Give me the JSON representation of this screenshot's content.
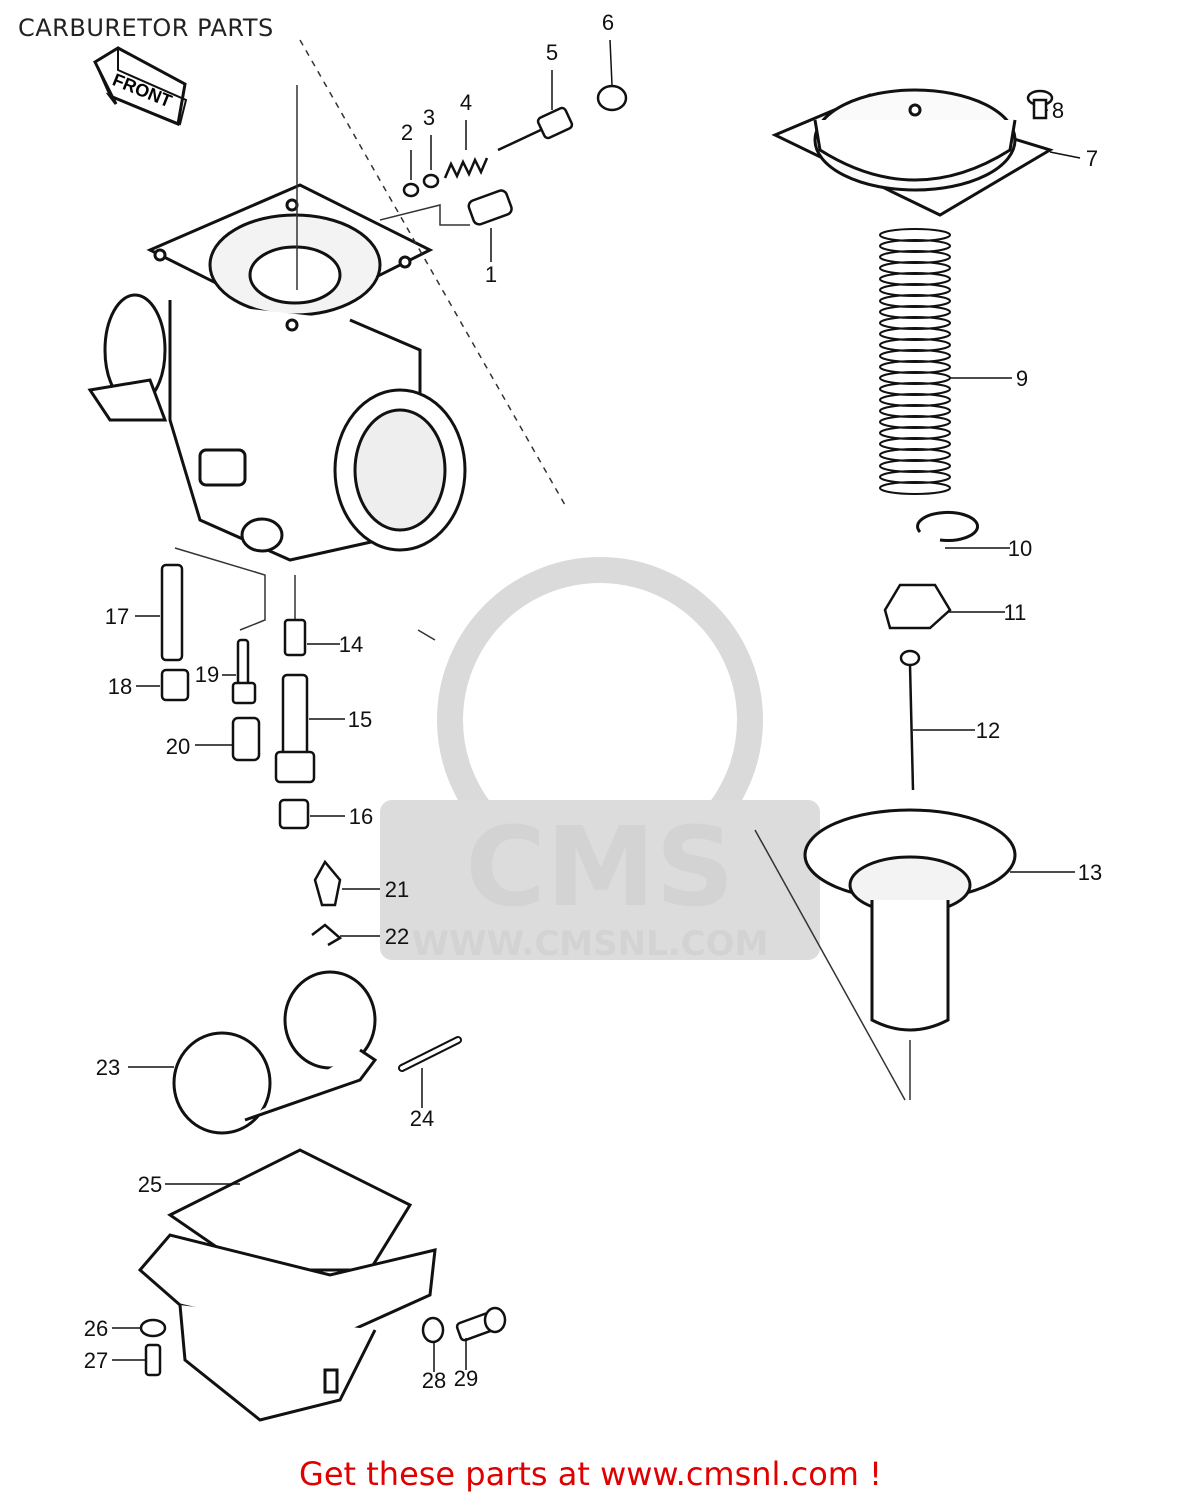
{
  "title": "CARBURETOR PARTS",
  "front_tag": "FRONT",
  "watermark": {
    "brand": "CMS",
    "url": "WWW.CMSNL.COM"
  },
  "callouts": [
    "1",
    "2",
    "3",
    "4",
    "5",
    "6",
    "7",
    "8",
    "9",
    "10",
    "11",
    "12",
    "13",
    "14",
    "15",
    "16",
    "17",
    "18",
    "19",
    "20",
    "21",
    "22",
    "23",
    "24",
    "25",
    "26",
    "27",
    "28",
    "29"
  ],
  "footer": {
    "link_text": "Get these parts at www.cmsnl.com !"
  }
}
